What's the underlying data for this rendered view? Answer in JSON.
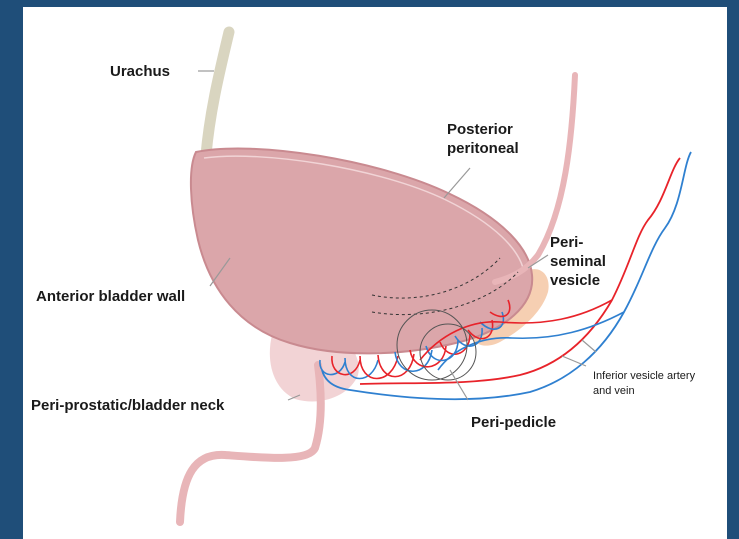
{
  "labels": {
    "urachus": "Urachus",
    "posterior_peritoneal_line1": "Posterior",
    "posterior_peritoneal_line2": "peritoneal",
    "anterior_bladder_wall": "Anterior bladder wall",
    "peri_seminal_line1": "Peri-",
    "peri_seminal_line2": "seminal",
    "peri_seminal_line3": "vesicle",
    "peri_prostatic": "Peri-prostatic/bladder neck",
    "peri_pedicle": "Peri-pedicle",
    "inferior_vesicle_line1": "Inferior vesicle artery",
    "inferior_vesicle_line2": "and vein"
  },
  "colors": {
    "background": "#1f4e79",
    "bladder_fill": "#dba6aa",
    "bladder_outline": "#c98a90",
    "urachus": "#d9d5c0",
    "peritoneum": "#e8b5b8",
    "prostate": "#f2d3d5",
    "seminal_vesicle": "#f6cfb2",
    "artery": "#e8232a",
    "vein": "#2f80d0",
    "leader_line": "#999999"
  }
}
